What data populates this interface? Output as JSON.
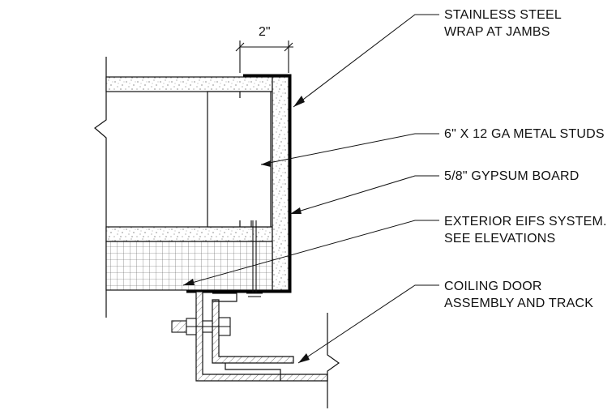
{
  "dimension": {
    "label": "2\""
  },
  "callouts": [
    {
      "id": "stainless-steel-wrap",
      "lines": [
        "STAINLESS STEEL",
        "WRAP AT JAMBS"
      ]
    },
    {
      "id": "metal-studs",
      "lines": [
        "6\" X 12 GA METAL STUDS"
      ]
    },
    {
      "id": "gypsum-board",
      "lines": [
        "5/8\" GYPSUM BOARD"
      ]
    },
    {
      "id": "eifs-system",
      "lines": [
        "EXTERIOR EIFS SYSTEM.",
        "SEE ELEVATIONS"
      ]
    },
    {
      "id": "coiling-door",
      "lines": [
        "COILING DOOR",
        "ASSEMBLY AND TRACK"
      ]
    }
  ]
}
